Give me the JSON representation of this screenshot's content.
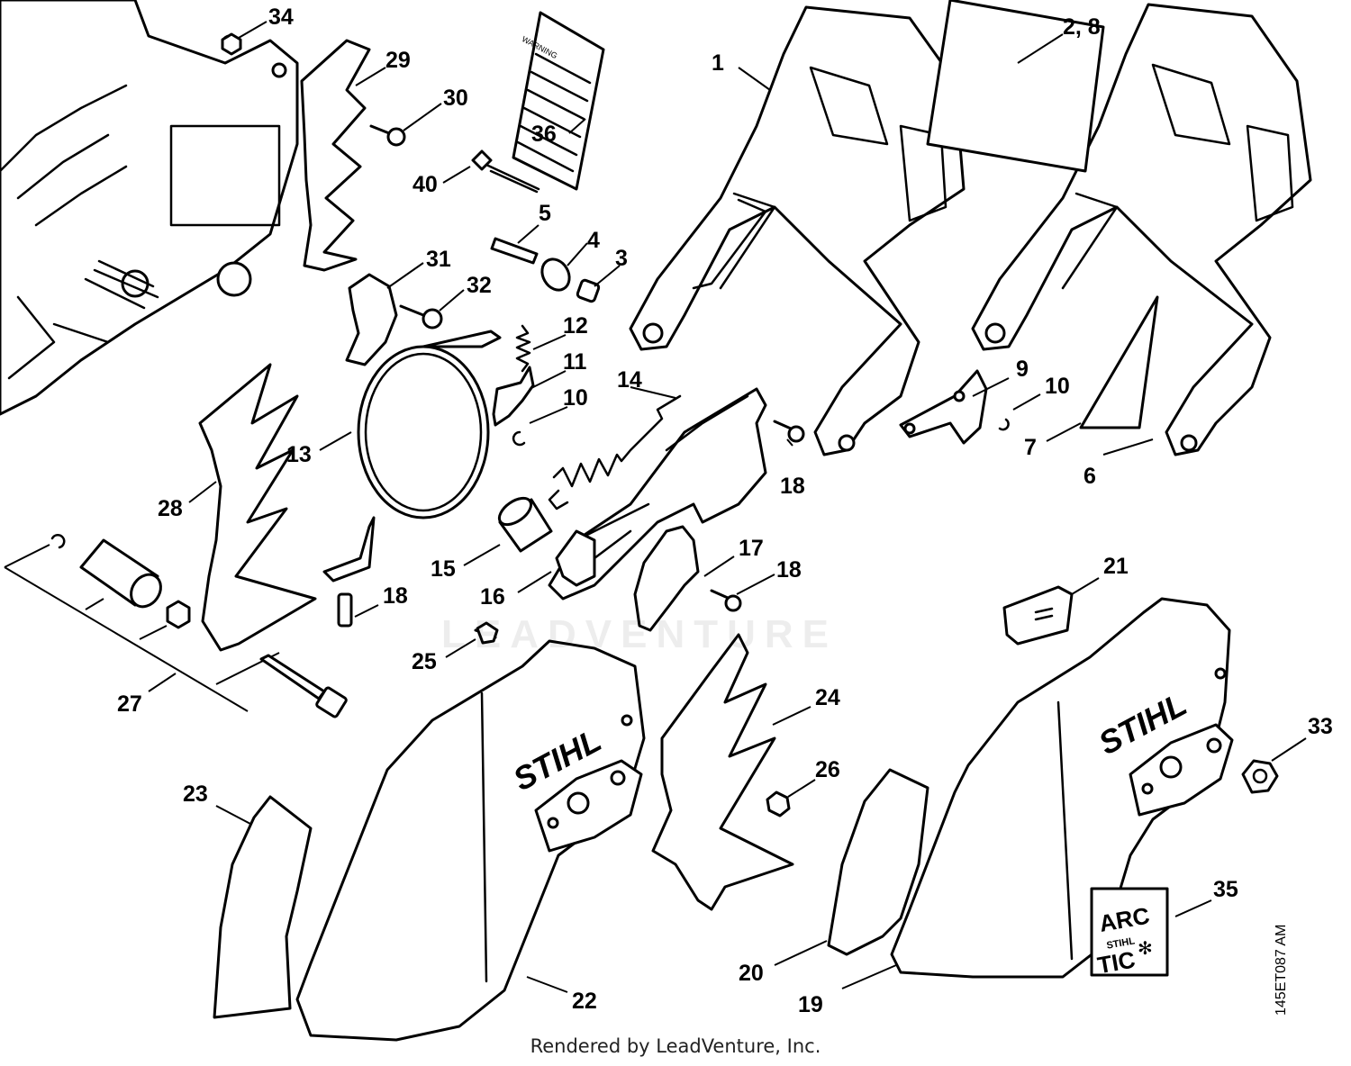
{
  "diagram": {
    "callouts": [
      "1",
      "2, 8",
      "3",
      "4",
      "5",
      "6",
      "7",
      "9",
      "10",
      "10",
      "11",
      "12",
      "13",
      "14",
      "15",
      "16",
      "17",
      "18",
      "18",
      "18",
      "19",
      "20",
      "21",
      "22",
      "23",
      "24",
      "25",
      "26",
      "27",
      "28",
      "29",
      "30",
      "31",
      "32",
      "33",
      "34",
      "35",
      "36",
      "40"
    ],
    "brand_mark": "STIHL",
    "warning_label": "WARNING",
    "badge_arc": "ARC",
    "badge_stihl": "STIHL",
    "badge_tic": "TIC",
    "watermark": "LEADVENTURE",
    "drawing_number": "145ET087 AM",
    "credit": "Rendered by LeadVenture, Inc."
  }
}
